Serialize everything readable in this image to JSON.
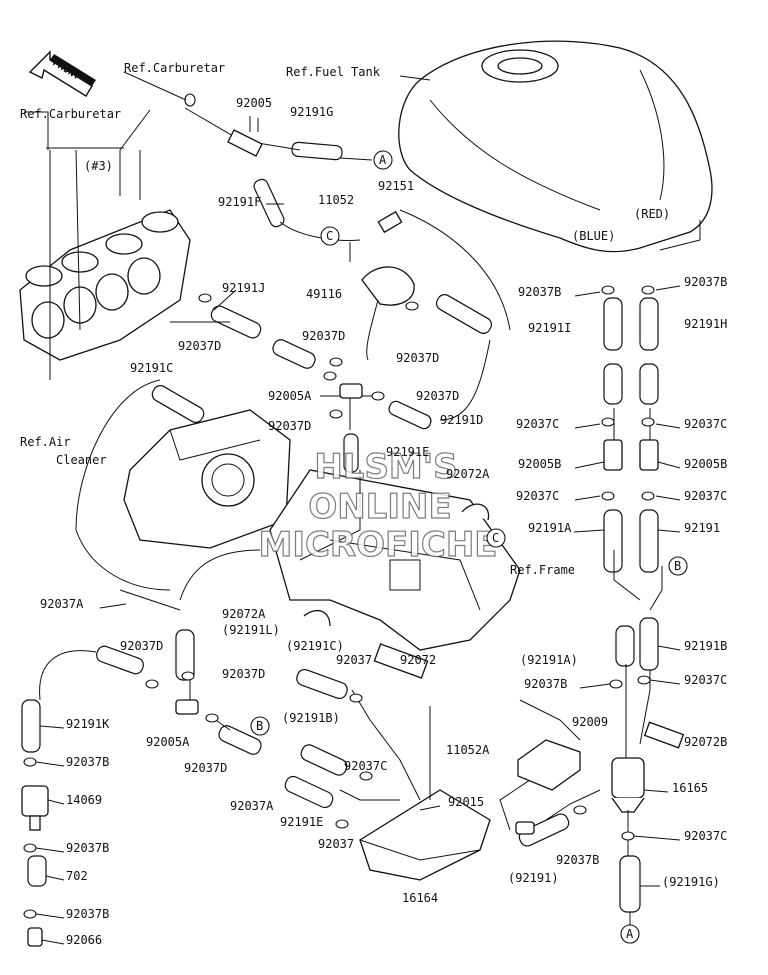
{
  "front_label": "FRONT",
  "watermark": [
    "HLSM'S",
    "ONLINE",
    "MICROFICHE"
  ],
  "labels": [
    {
      "id": "ref-carburetar-top",
      "text": "Ref.Carburetar"
    },
    {
      "id": "ref-carburetar-left",
      "text": "Ref.Carburetar"
    },
    {
      "id": "ref-fuel-tank",
      "text": "Ref.Fuel Tank"
    },
    {
      "id": "hash-3",
      "text": "(#3)"
    },
    {
      "id": "p92005-top",
      "text": "92005"
    },
    {
      "id": "p92191G",
      "text": "92191G"
    },
    {
      "id": "p92191F",
      "text": "92191F"
    },
    {
      "id": "p11052",
      "text": "11052"
    },
    {
      "id": "p92151",
      "text": "92151"
    },
    {
      "id": "blue",
      "text": "(BLUE)"
    },
    {
      "id": "red",
      "text": "(RED)"
    },
    {
      "id": "p92191J",
      "text": "92191J"
    },
    {
      "id": "p49116",
      "text": "49116"
    },
    {
      "id": "p92037B-l",
      "text": "92037B"
    },
    {
      "id": "p92037B-r",
      "text": "92037B"
    },
    {
      "id": "p92037D-a",
      "text": "92037D"
    },
    {
      "id": "p92037D-b",
      "text": "92037D"
    },
    {
      "id": "p92037D-c",
      "text": "92037D"
    },
    {
      "id": "p92191I",
      "text": "92191I"
    },
    {
      "id": "p92191H",
      "text": "92191H"
    },
    {
      "id": "p92191C",
      "text": "92191C"
    },
    {
      "id": "p92005A-mid",
      "text": "92005A"
    },
    {
      "id": "p92037D-d",
      "text": "92037D"
    },
    {
      "id": "p92037D-e",
      "text": "92037D"
    },
    {
      "id": "p92191D",
      "text": "92191D"
    },
    {
      "id": "ref-air",
      "text": "Ref.Air"
    },
    {
      "id": "cleaner",
      "text": "Cleaner"
    },
    {
      "id": "p92037C-l1",
      "text": "92037C"
    },
    {
      "id": "p92037C-r1",
      "text": "92037C"
    },
    {
      "id": "p92191E-top",
      "text": "92191E"
    },
    {
      "id": "p92072A-top",
      "text": "92072A"
    },
    {
      "id": "p92005B-l",
      "text": "92005B"
    },
    {
      "id": "p92005B-r",
      "text": "92005B"
    },
    {
      "id": "p92037C-l2",
      "text": "92037C"
    },
    {
      "id": "p92037C-r2",
      "text": "92037C"
    },
    {
      "id": "p92191A",
      "text": "92191A"
    },
    {
      "id": "p92191",
      "text": "92191"
    },
    {
      "id": "ref-frame",
      "text": "Ref.Frame"
    },
    {
      "id": "p92037A-top",
      "text": "92037A"
    },
    {
      "id": "p92072A-mid",
      "text": "92072A"
    },
    {
      "id": "p92191L",
      "text": "(92191L)"
    },
    {
      "id": "p92191B",
      "text": "92191B"
    },
    {
      "id": "p92191A-paren",
      "text": "(92191A)"
    },
    {
      "id": "p92037D-f",
      "text": "92037D"
    },
    {
      "id": "p92037D-g",
      "text": "92037D"
    },
    {
      "id": "p92191C-paren",
      "text": "(92191C)"
    },
    {
      "id": "p92037-top",
      "text": "92037"
    },
    {
      "id": "p92072",
      "text": "92072"
    },
    {
      "id": "p92037B-m",
      "text": "92037B"
    },
    {
      "id": "p92037C-m",
      "text": "92037C"
    },
    {
      "id": "p92191K",
      "text": "92191K"
    },
    {
      "id": "p92005A-low",
      "text": "92005A"
    },
    {
      "id": "p92191B-paren",
      "text": "(92191B)"
    },
    {
      "id": "p92009",
      "text": "92009"
    },
    {
      "id": "p92072B",
      "text": "92072B"
    },
    {
      "id": "p92037B-low1",
      "text": "92037B"
    },
    {
      "id": "p92037D-h",
      "text": "92037D"
    },
    {
      "id": "p92037C-low",
      "text": "92037C"
    },
    {
      "id": "p11052A",
      "text": "11052A"
    },
    {
      "id": "p14069",
      "text": "14069"
    },
    {
      "id": "p92037A-low",
      "text": "92037A"
    },
    {
      "id": "p92191E-low",
      "text": "92191E"
    },
    {
      "id": "p92015",
      "text": "92015"
    },
    {
      "id": "p16165",
      "text": "16165"
    },
    {
      "id": "p92037-low",
      "text": "92037"
    },
    {
      "id": "p92037B-low2",
      "text": "92037B"
    },
    {
      "id": "p92037C-low2",
      "text": "92037C"
    },
    {
      "id": "p92037B-low3",
      "text": "92037B"
    },
    {
      "id": "p702",
      "text": "702"
    },
    {
      "id": "p92191-paren",
      "text": "(92191)"
    },
    {
      "id": "p92191G-paren",
      "text": "(92191G)"
    },
    {
      "id": "p92037B-low4",
      "text": "92037B"
    },
    {
      "id": "p16164",
      "text": "16164"
    },
    {
      "id": "p92066",
      "text": "92066"
    }
  ],
  "callouts": [
    {
      "id": "A-top",
      "text": "A"
    },
    {
      "id": "C-left",
      "text": "C"
    },
    {
      "id": "C-mid",
      "text": "C"
    },
    {
      "id": "B-right",
      "text": "B"
    },
    {
      "id": "B-low",
      "text": "B"
    },
    {
      "id": "A-bottom",
      "text": "A"
    }
  ]
}
